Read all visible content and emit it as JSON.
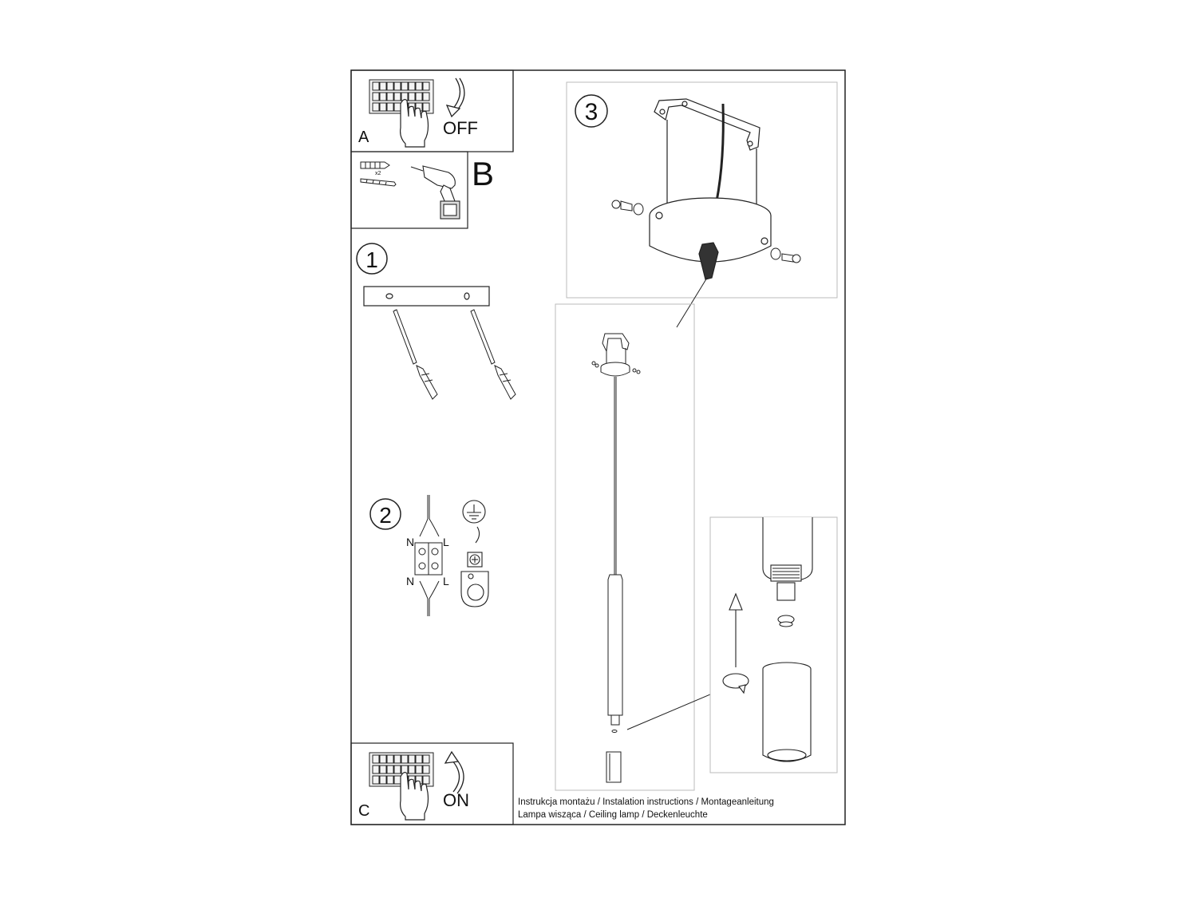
{
  "panels": {
    "a": {
      "label": "A",
      "action": "OFF"
    },
    "b": {
      "label": "B",
      "count": "x2"
    },
    "c": {
      "label": "C",
      "action": "ON"
    }
  },
  "steps": {
    "step1": "1",
    "step2": "2",
    "step3": "3"
  },
  "wiring": {
    "n_top": "N",
    "l_top": "L",
    "n_bottom": "N",
    "l_bottom": "L"
  },
  "footer": {
    "line1": "Instrukcja montażu / Instalation instructions / Montageanleitung",
    "line2": "Lampa wisząca / Ceiling lamp / Deckenleuchte"
  },
  "icons": [
    "breaker-panel-icon",
    "hand-icon",
    "curved-arrow-down-icon",
    "curved-arrow-up-icon",
    "wall-plug-icon",
    "screw-icon",
    "drill-icon",
    "ground-symbol-icon",
    "terminal-block-icon",
    "ground-clamp-icon",
    "canopy-bracket-icon",
    "pendant-lamp-icon",
    "rotation-arrow-icon",
    "up-arrow-icon"
  ]
}
